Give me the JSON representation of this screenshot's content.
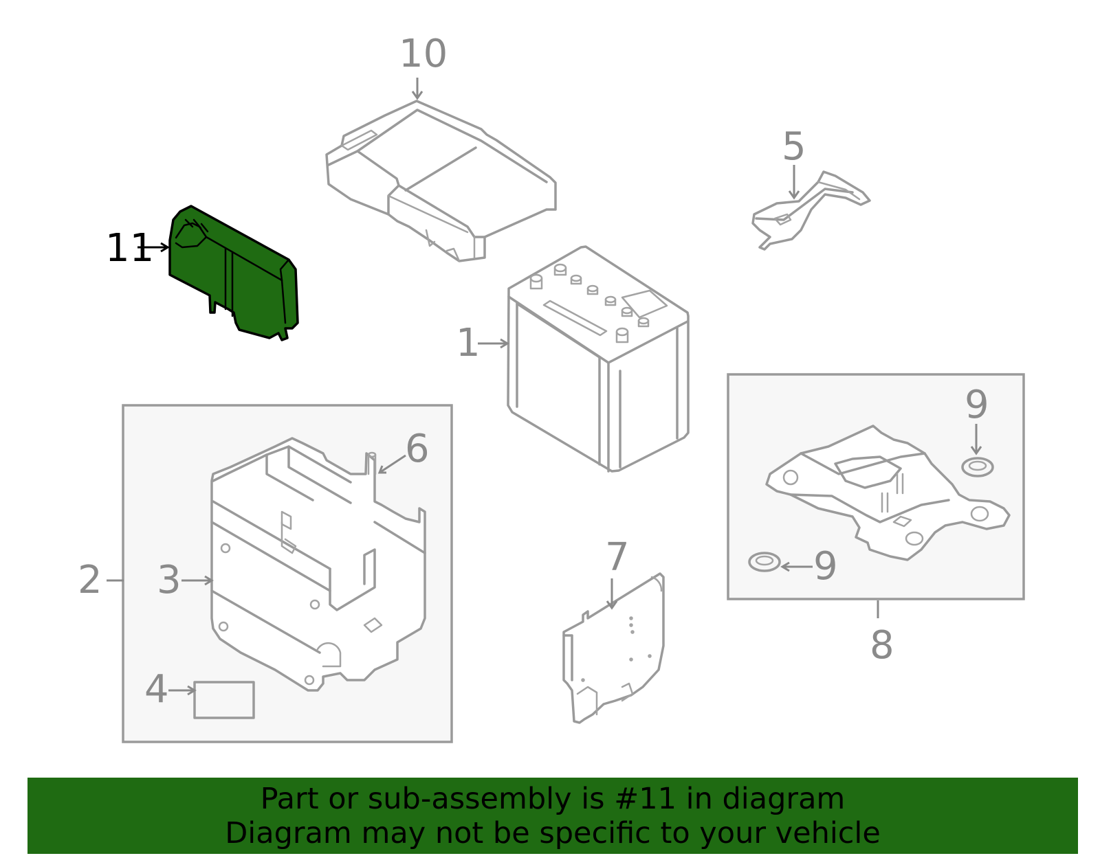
{
  "callouts": {
    "c1": "1",
    "c2": "2",
    "c3": "3",
    "c4": "4",
    "c5": "5",
    "c6": "6",
    "c7": "7",
    "c8": "8",
    "c9a": "9",
    "c9b": "9",
    "c10": "10",
    "c11": "11"
  },
  "highlighted_part": "11",
  "colors": {
    "highlight": "#1f6b12",
    "line": "#9a9a9a",
    "banner": "#1f6b12"
  },
  "banner": {
    "line1": "Part or sub-assembly is #11 in diagram",
    "line2": "Diagram may not be specific to your vehicle"
  }
}
